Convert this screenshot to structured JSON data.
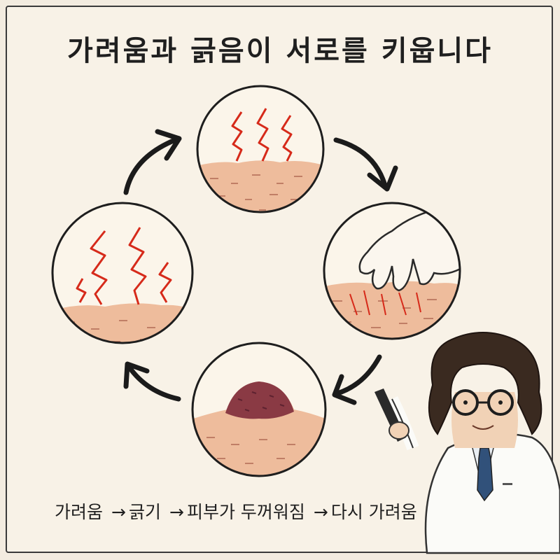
{
  "title": "가려움과 긁음이 서로를 키웁니다",
  "caption": {
    "steps": [
      "가려움",
      "긁기",
      "피부가 두꺼워짐",
      "다시 가려움"
    ],
    "separator": "→"
  },
  "colors": {
    "background": "#f8f2e7",
    "skin": "#eebc9c",
    "itch_mark": "#d62a1a",
    "thick_skin": "#8a3a44",
    "arrow": "#1b1b1b"
  }
}
